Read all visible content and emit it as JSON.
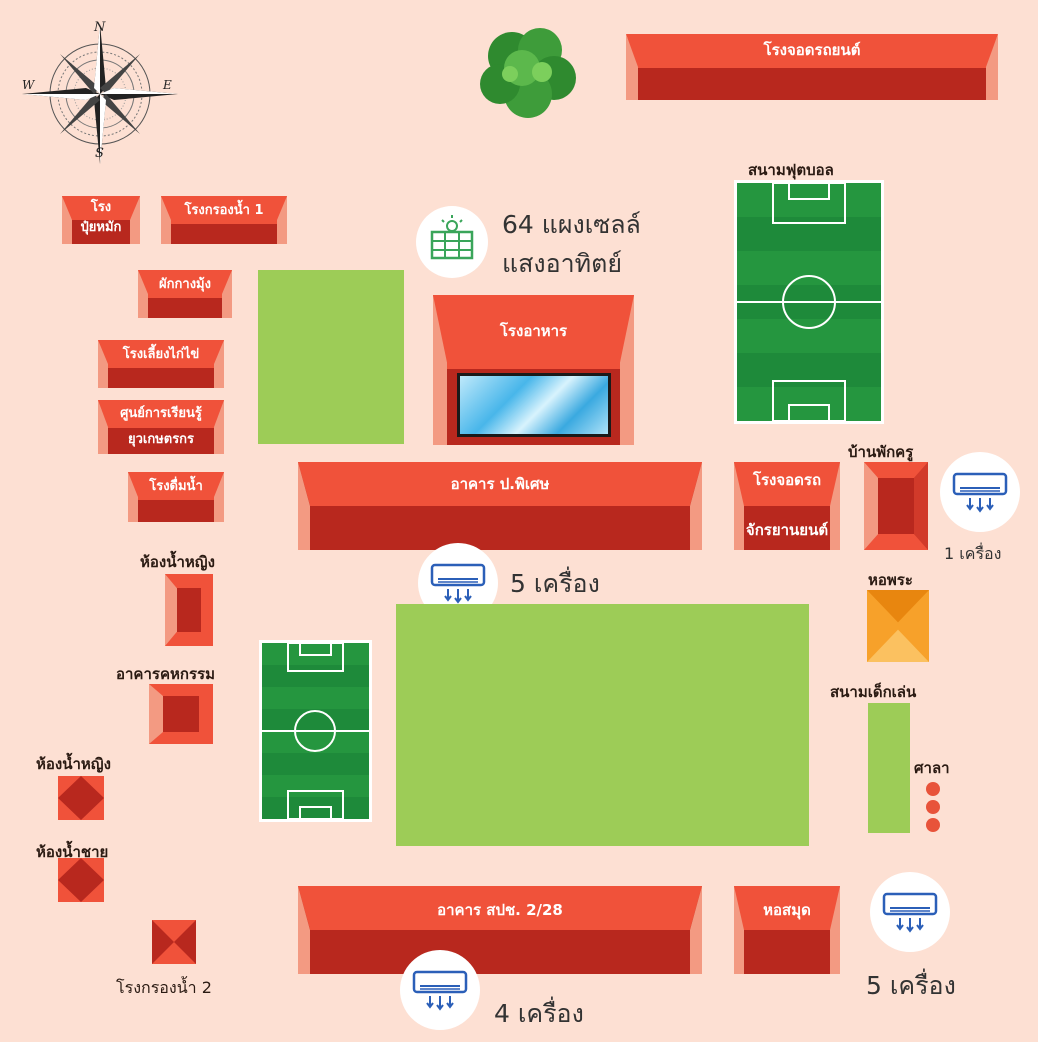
{
  "compass": {
    "north": "N",
    "south": "S",
    "east": "E",
    "west": "W"
  },
  "solar": {
    "line1": "64 แผงเซลล์",
    "line2": "แสงอาทิตย์"
  },
  "buildings": {
    "cinema": "โรงจอดรถยนต์",
    "football_field_label": "สนามฟุตบอล",
    "compost_line1": "โรง",
    "compost_line2": "ปุ๋ยหมัก",
    "water_filter_1": "โรงกรองน้ำ 1",
    "shrimp_veg": "ผักกางมุ้ง",
    "chicken": "โรงเลี้ยงไก่ไข่",
    "learning_line1": "ศูนย์การเรียนรู้",
    "learning_line2": "ยุวเกษตรกร",
    "drinking_water": "โรงดื่มน้ำ",
    "canteen": "โรงอาหาร",
    "special_building": "อาคาร ป.พิเศษ",
    "moto_parking_line1": "โรงจอดรถ",
    "moto_parking_line2": "จักรยานยนต์",
    "teacher_house": "บ้านพักครู",
    "shrine": "หอพระ",
    "girls_toilet_1": "ห้องน้ำหญิง",
    "home_ec": "อาคารคหกรรม",
    "playground": "สนามเด็กเล่น",
    "pavilion": "ศาลา",
    "girls_toilet_2": "ห้องน้ำหญิง",
    "boys_toilet": "ห้องน้ำชาย",
    "spch_building": "อาคาร สปช. 2/28",
    "library": "หอสมุด",
    "water_filter_2": "โรงกรองน้ำ 2"
  },
  "ac_units": {
    "teacher_house": "1 เครื่อง",
    "special_building": "5 เครื่อง",
    "library": "5 เครื่อง",
    "spch_building": "4 เครื่อง"
  },
  "colors": {
    "background": "#fde0d3",
    "roof_top": "#f0523a",
    "roof_front": "#b8281e",
    "roof_side": "#f39a82",
    "grass": "#9dcc57",
    "field": "#1e8a3a",
    "shrine": "#f7a12a",
    "ac_icon": "#2b5fb8",
    "solar_icon": "#3aa55a"
  }
}
